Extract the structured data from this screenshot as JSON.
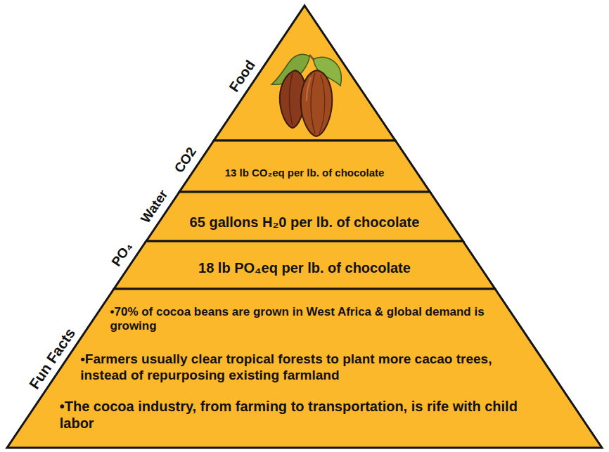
{
  "diagram": {
    "nodes": [
      {
        "text": [
          "Food"
        ]
      },
      {
        "text": [
          "CO2",
          "13 lb CO₂eq per lb. of chocolate"
        ]
      },
      {
        "text": [
          "Water",
          "65 gallons H₂0 per lb. of chocolate"
        ]
      },
      {
        "text": [
          "PO₄",
          "18 lb PO₄eq per lb. of chocolate"
        ]
      },
      {
        "text": [
          "Fun Facts",
          "•70% of cocoa beans are grown in West Africa & global demand is growing",
          "•Farmers usually clear tropical forests to plant more cacao trees, instead of repurposing existing farmland",
          "•The cocoa industry, from farming to transportation, is rife with child labor"
        ]
      }
    ]
  }
}
